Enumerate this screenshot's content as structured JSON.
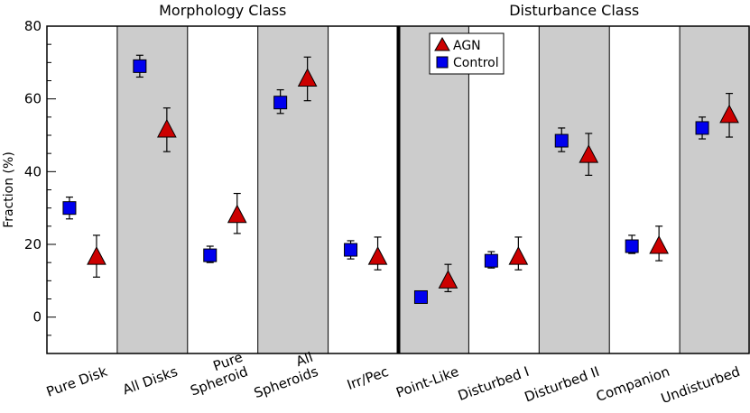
{
  "chart_data": {
    "type": "scatter",
    "ylabel": "Fraction (%)",
    "ylim": [
      -10,
      80
    ],
    "yticks": [
      0,
      20,
      40,
      60,
      80
    ],
    "group_titles": [
      "Morphology Class",
      "Disturbance Class"
    ],
    "categories": [
      {
        "lines": [
          "Pure Disk"
        ]
      },
      {
        "lines": [
          "All Disks"
        ]
      },
      {
        "lines": [
          "Pure",
          "Spheroid"
        ]
      },
      {
        "lines": [
          "All",
          "Spheroids"
        ]
      },
      {
        "lines": [
          "Irr/Pec"
        ]
      },
      {
        "lines": [
          "Point-Like"
        ]
      },
      {
        "lines": [
          "Disturbed I"
        ]
      },
      {
        "lines": [
          "Disturbed II"
        ]
      },
      {
        "lines": [
          "Companion"
        ]
      },
      {
        "lines": [
          "Undisturbed"
        ]
      }
    ],
    "shaded_columns": [
      1,
      3,
      5,
      7,
      9
    ],
    "divider_after_column": 5,
    "legend_position": "top-center",
    "series": [
      {
        "name": "AGN",
        "marker": "triangle",
        "color": "#cc0000",
        "values": [
          16.5,
          51.5,
          28.0,
          65.5,
          16.5,
          10.0,
          16.5,
          44.5,
          19.5,
          55.5
        ],
        "err_low": [
          5.5,
          6.0,
          5.0,
          6.0,
          3.5,
          3.0,
          3.5,
          5.5,
          4.0,
          6.0
        ],
        "err_high": [
          6.0,
          6.0,
          6.0,
          6.0,
          5.5,
          4.5,
          5.5,
          6.0,
          5.5,
          6.0
        ]
      },
      {
        "name": "Control",
        "marker": "square",
        "color": "#0000ee",
        "values": [
          30.0,
          69.0,
          17.0,
          59.0,
          18.5,
          5.5,
          15.5,
          48.5,
          19.5,
          52.0
        ],
        "err_low": [
          3.0,
          3.0,
          2.0,
          3.0,
          2.5,
          1.0,
          2.0,
          3.0,
          2.0,
          3.0
        ],
        "err_high": [
          3.0,
          3.0,
          2.5,
          3.5,
          2.5,
          1.5,
          2.5,
          3.5,
          3.0,
          3.0
        ]
      }
    ]
  }
}
